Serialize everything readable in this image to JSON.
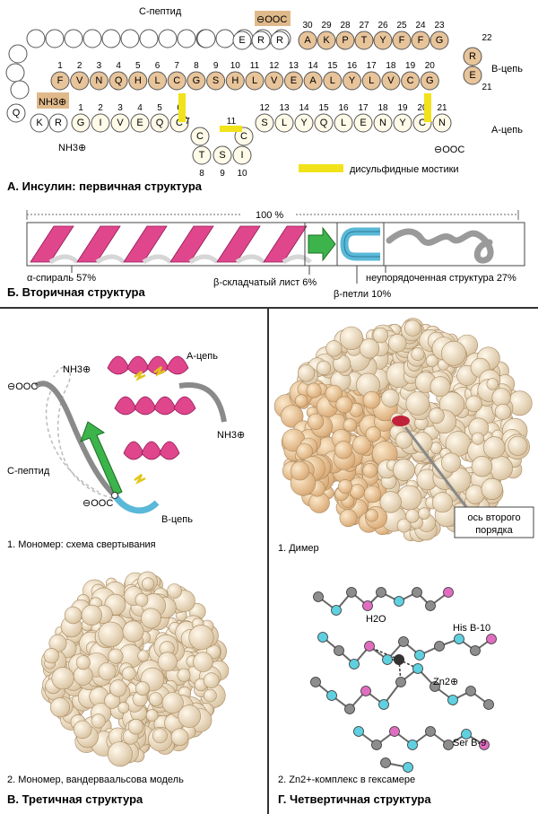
{
  "panel_a": {
    "title": "А. Инсулин: первичная структура",
    "c_peptide_label": "С-пептид",
    "b_chain_label": "В-цепь",
    "a_chain_label": "А-цепь",
    "disulfide_label": "дисульфидные мостики",
    "nh3_label": "NH3⊕",
    "ooc_label": "⊖OOC",
    "c_peptide_tail": [
      "E",
      "R",
      "R"
    ],
    "b_chain_top": [
      {
        "n": "30",
        "r": "A"
      },
      {
        "n": "29",
        "r": "K"
      },
      {
        "n": "28",
        "r": "P"
      },
      {
        "n": "27",
        "r": "T"
      },
      {
        "n": "26",
        "r": "Y"
      },
      {
        "n": "25",
        "r": "F"
      },
      {
        "n": "24",
        "r": "F"
      },
      {
        "n": "23",
        "r": "G"
      }
    ],
    "b_chain_turn": [
      {
        "n": "22",
        "r": "R"
      },
      {
        "n": "21",
        "r": "E"
      }
    ],
    "b_chain_main": [
      {
        "n": "1",
        "r": "F"
      },
      {
        "n": "2",
        "r": "V"
      },
      {
        "n": "3",
        "r": "N"
      },
      {
        "n": "4",
        "r": "Q"
      },
      {
        "n": "5",
        "r": "H"
      },
      {
        "n": "6",
        "r": "L"
      },
      {
        "n": "7",
        "r": "C"
      },
      {
        "n": "8",
        "r": "G"
      },
      {
        "n": "9",
        "r": "S"
      },
      {
        "n": "10",
        "r": "H"
      },
      {
        "n": "11",
        "r": "L"
      },
      {
        "n": "12",
        "r": "V"
      },
      {
        "n": "13",
        "r": "E"
      },
      {
        "n": "14",
        "r": "A"
      },
      {
        "n": "15",
        "r": "L"
      },
      {
        "n": "16",
        "r": "Y"
      },
      {
        "n": "17",
        "r": "L"
      },
      {
        "n": "18",
        "r": "V"
      },
      {
        "n": "19",
        "r": "C"
      },
      {
        "n": "20",
        "r": "G"
      }
    ],
    "a_chain_left": [
      {
        "n": "1",
        "r": "G"
      },
      {
        "n": "2",
        "r": "I"
      },
      {
        "n": "3",
        "r": "V"
      },
      {
        "n": "4",
        "r": "E"
      },
      {
        "n": "5",
        "r": "Q"
      },
      {
        "n": "6",
        "r": "C"
      }
    ],
    "a_chain_loop": [
      {
        "n": "7",
        "r": "C"
      },
      {
        "n": "8",
        "r": "T"
      },
      {
        "n": "9",
        "r": "S"
      },
      {
        "n": "10",
        "r": "I"
      },
      {
        "n": "11",
        "r": "C"
      }
    ],
    "a_chain_right": [
      {
        "n": "12",
        "r": "S"
      },
      {
        "n": "13",
        "r": "L"
      },
      {
        "n": "14",
        "r": "Y"
      },
      {
        "n": "15",
        "r": "Q"
      },
      {
        "n": "16",
        "r": "L"
      },
      {
        "n": "17",
        "r": "E"
      },
      {
        "n": "18",
        "r": "N"
      },
      {
        "n": "19",
        "r": "Y"
      },
      {
        "n": "20",
        "r": "C"
      },
      {
        "n": "21",
        "r": "N"
      }
    ],
    "extra_left": [
      "Q",
      "K",
      "R"
    ]
  },
  "panel_b": {
    "title": "Б. Вторичная структура",
    "percent_total": "100 %",
    "alpha_label": "α-спираль 57%",
    "beta_sheet_label": "β-складчатый лист 6%",
    "beta_turn_label": "β-петли 10%",
    "disordered_label": "неупорядоченная структура 27%"
  },
  "panel_c": {
    "title": "В. Третичная структура",
    "monomer_fold_caption": "1. Мономер: схема свертывания",
    "monomer_vdw_caption": "2. Мономер, вандерваальсова модель",
    "a_chain_label": "А-цепь",
    "b_chain_label": "В-цепь",
    "c_peptide_label": "С-пептид",
    "nh3_label": "NH3⊕",
    "ooc_label": "⊖OOC"
  },
  "panel_d": {
    "title": "Г. Четвертичная структура",
    "dimer_caption": "1. Димер",
    "axis_label_1": "ось второго",
    "axis_label_2": "порядка",
    "zn_caption": "2. Zn2+-комплекс в гексамере",
    "his_label": "His B-10",
    "water_label": "H2O",
    "zn_label": "Zn2⊕",
    "ser_label": "Ser B-9"
  },
  "colors": {
    "b_chain_fill": "#e8c49a",
    "alpha_helix": "#e0468c",
    "beta_sheet": "#3cb44b",
    "beta_turn": "#5ab8d8",
    "disordered": "#9a9a9a",
    "disulfide": "#f2e21a"
  }
}
